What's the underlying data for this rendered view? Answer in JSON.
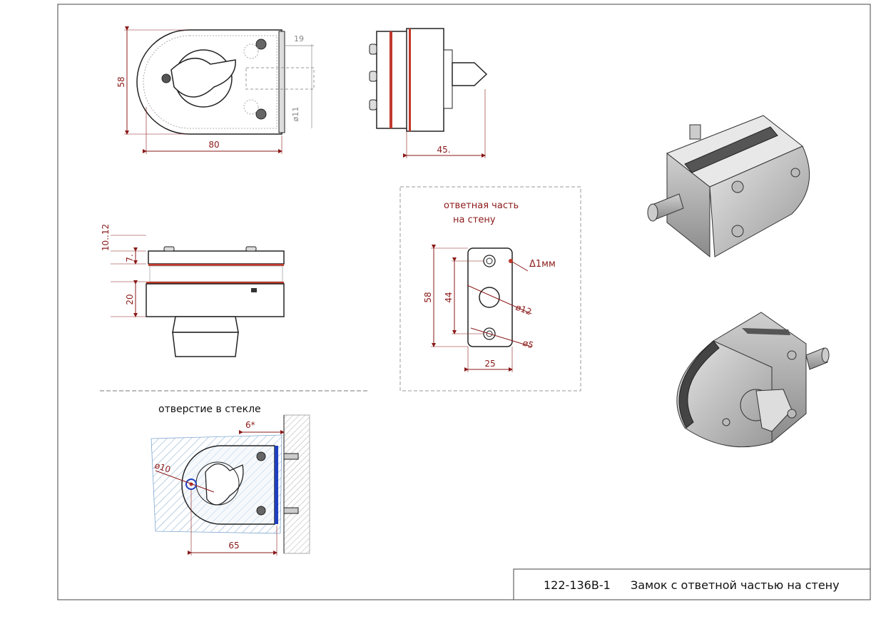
{
  "title_block": {
    "code": "122-136B-1",
    "name": "Замок с ответной частью на стену"
  },
  "front_view": {
    "height_dim": "58",
    "width_dim": "80",
    "bolt_len_dim": "19",
    "bolt_dia_dim": "ø11"
  },
  "side_view": {
    "depth_dim": "45."
  },
  "top_view": {
    "glass_range_dim": "10..12",
    "top_dim": "7.",
    "bottom_dim": "20"
  },
  "strike_plate": {
    "caption_line1": "ответная часть",
    "caption_line2": "на стену",
    "gap_note": "Δ1мм",
    "height_dim": "58",
    "hole_spacing_dim": "44",
    "center_hole_dim": "ø12",
    "screw_hole_dim": "ø5",
    "width_dim": "25"
  },
  "glass_hole": {
    "caption": "отверстие в стекле",
    "gap_dim": "6*",
    "hole_dia_dim": "ø10",
    "offset_dim": "65"
  },
  "colors": {
    "dimension": "#8b1a1a",
    "outline": "#222222",
    "highlight_blue": "#1e3fbf",
    "seal": "#c0392b"
  }
}
